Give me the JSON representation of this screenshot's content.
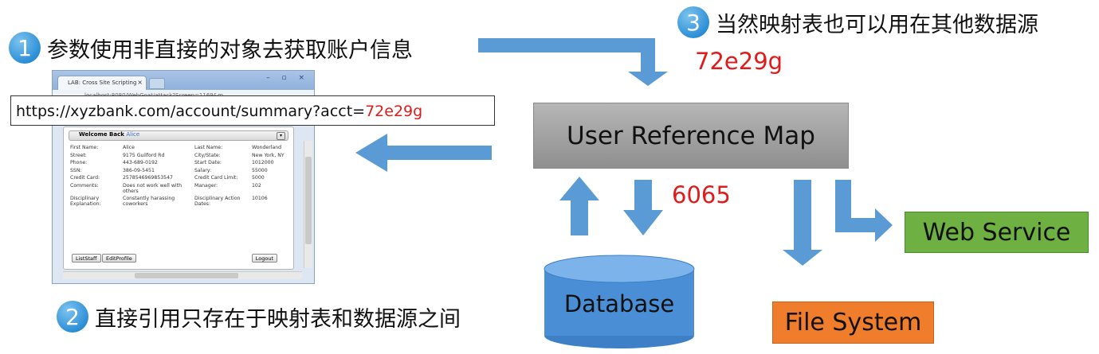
{
  "steps": {
    "s1": {
      "num": "1",
      "text": "参数使用非直接的对象去获取账户信息"
    },
    "s2": {
      "num": "2",
      "text": "直接引用只存在于映射表和数据源之间"
    },
    "s3": {
      "num": "3",
      "text": "当然映射表也可以用在其他数据源"
    }
  },
  "url": {
    "prefix": "https://xyzbank.com/account/summary?acct=",
    "ref": "72e29g"
  },
  "values": {
    "ref_top": "72e29g",
    "db_id": "6065"
  },
  "nodes": {
    "map": "User Reference Map",
    "database": "Database",
    "web_service": "Web Service",
    "file_system": "File System"
  },
  "colors": {
    "arrow": "#5b9bd5",
    "red": "#e01b1b",
    "web": "#6fb043",
    "file": "#f07d2c",
    "db": "#4a8fd6",
    "map": "#9e9e9e"
  },
  "browser": {
    "tab_title": "LAB: Cross Site Scripting",
    "addr": "localhost:8080/WebGoat/attack?Screen=1169&m",
    "welcome": "Welcome Back",
    "user": "Alice",
    "rows": [
      [
        "First Name:",
        "Alice",
        "Last Name:",
        "Wonderland"
      ],
      [
        "Street:",
        "9175 Guilford Rd",
        "City/State:",
        "New York, NY"
      ],
      [
        "Phone:",
        "443-689-0192",
        "Start Date:",
        "1012000"
      ],
      [
        "SSN:",
        "386-09-5451",
        "Salary:",
        "55000"
      ],
      [
        "Credit Card:",
        "2578546969853547",
        "Credit Card Limit:",
        "5000"
      ],
      [
        "Comments:",
        "Does not work well with others",
        "Manager:",
        "102"
      ],
      [
        "Disciplinary Explanation:",
        "Constantly harassing coworkers",
        "Disciplinary Action Dates:",
        "10106"
      ]
    ],
    "buttons": {
      "list": "ListStaff",
      "edit": "EditProfile",
      "logout": "Logout"
    }
  }
}
